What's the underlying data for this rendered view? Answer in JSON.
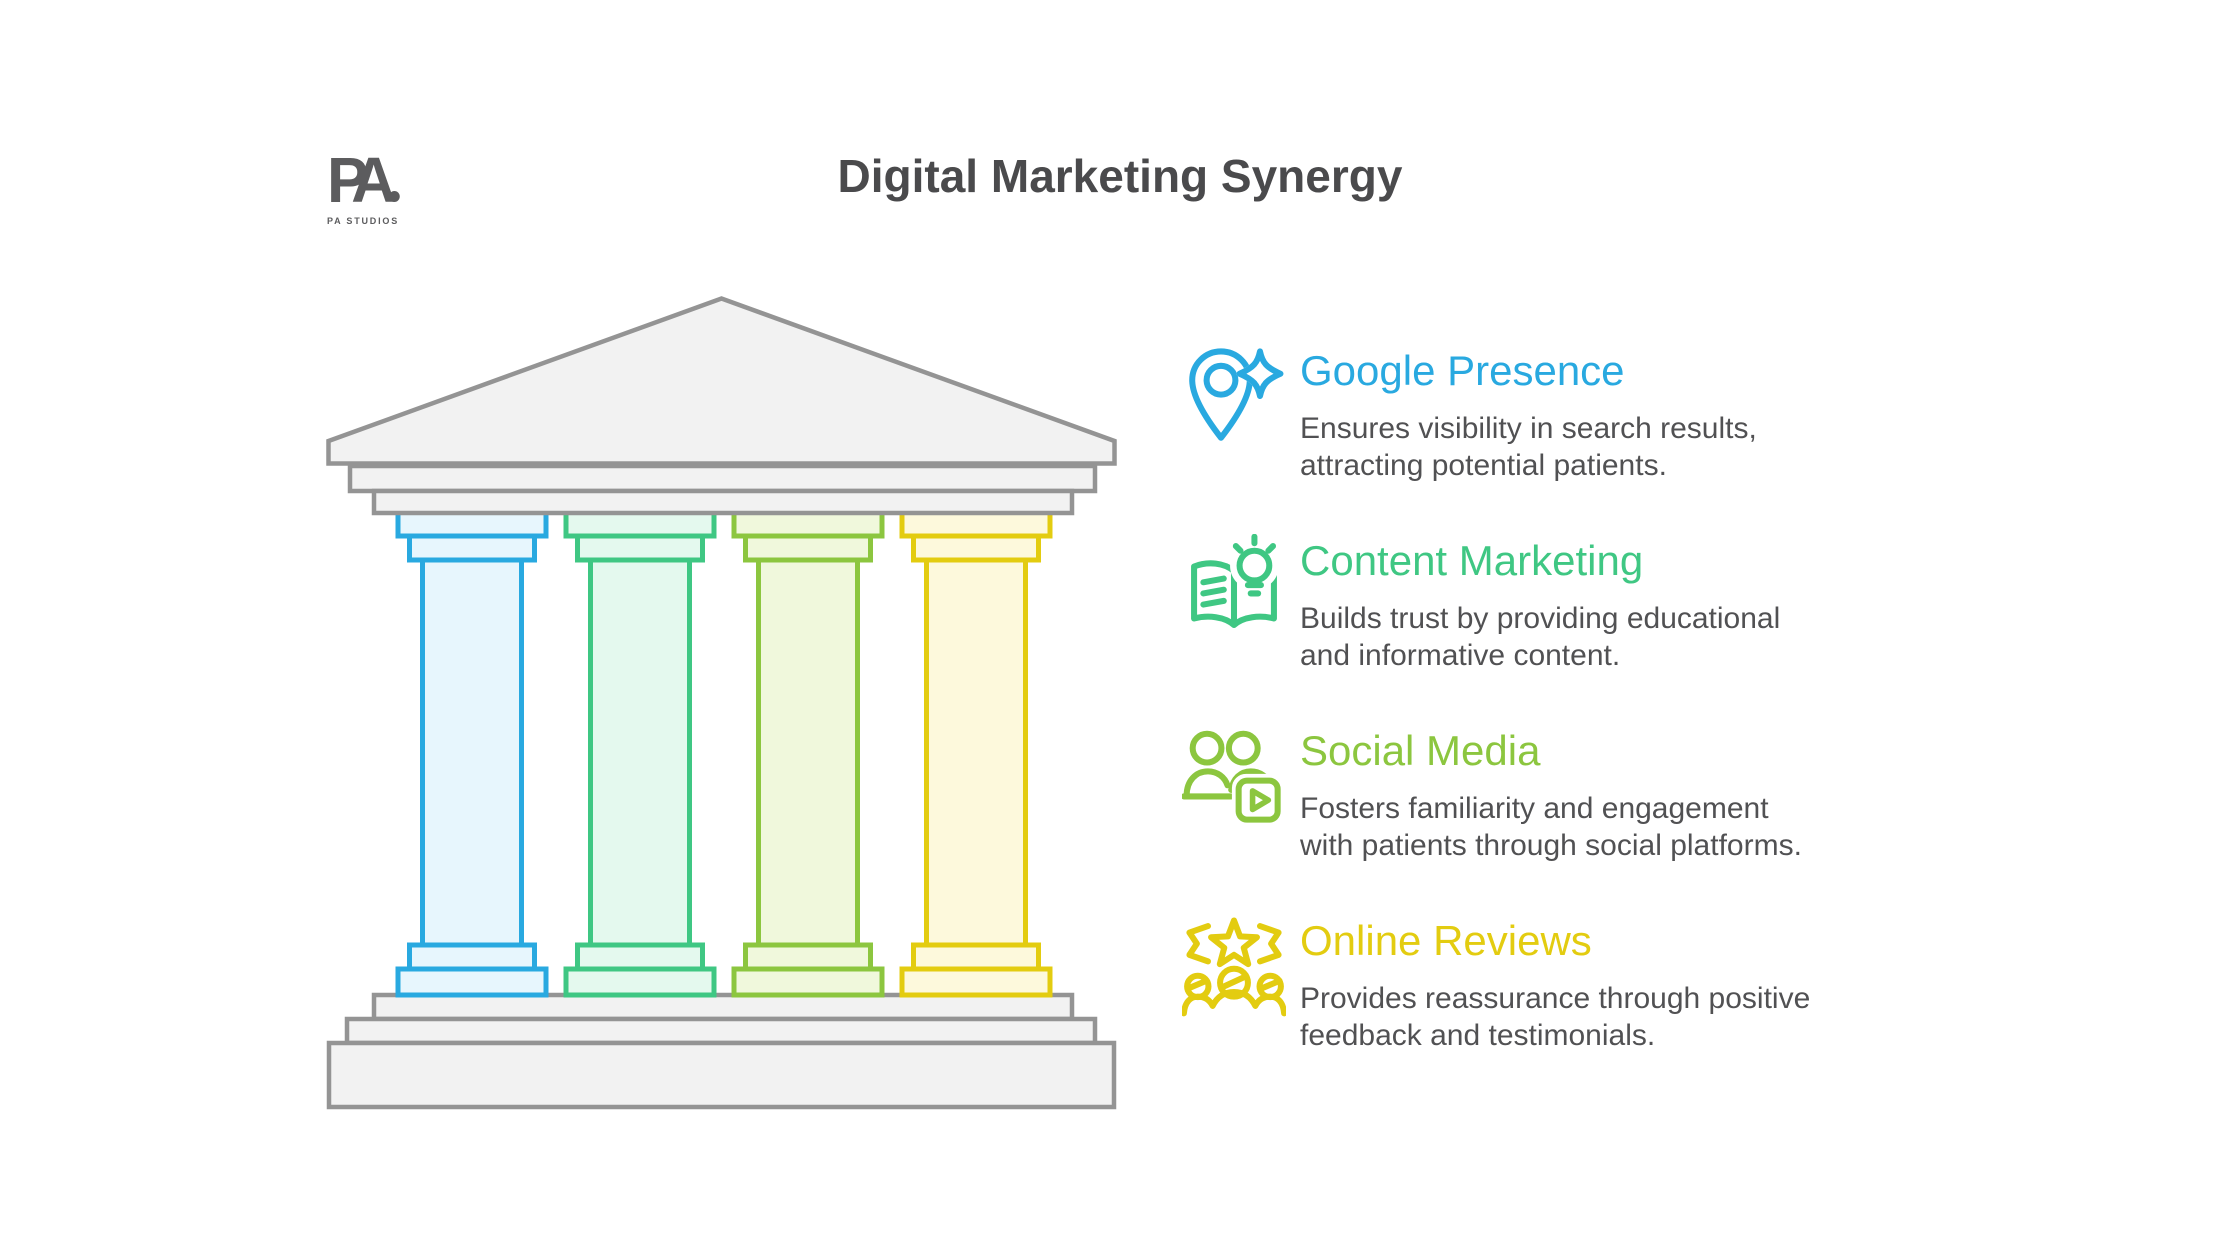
{
  "page": {
    "background": "#ffffff"
  },
  "logo": {
    "mark": "PA",
    "subtext": "PA STUDIOS"
  },
  "title": "Digital Marketing Synergy",
  "colors": {
    "page_bg": "#ffffff",
    "text_dark": "#4a4a4c",
    "desc_gray": "#515153",
    "logo_gray": "#5c5c5e",
    "temple_stroke": "#949494",
    "temple_fill": "#f2f2f2",
    "blue": "#29a9e0",
    "blue_fill": "#e7f6fd",
    "green": "#3fc783",
    "green_fill": "#e4f9ee",
    "olive": "#8cc63f",
    "olive_fill": "#f0f8dc",
    "yellow": "#e3cc10",
    "yellow_fill": "#fdf9dc"
  },
  "temple": {
    "description": "Greek temple with pediment, entablature, four colored pillars and three steps",
    "pillars": [
      {
        "label": "blue pillar",
        "maps_to": "Google Presence"
      },
      {
        "label": "green pillar",
        "maps_to": "Content Marketing"
      },
      {
        "label": "olive pillar",
        "maps_to": "Social Media"
      },
      {
        "label": "yellow pillar",
        "maps_to": "Online Reviews"
      }
    ]
  },
  "items": [
    {
      "title": "Google Presence",
      "desc": "Ensures visibility in search results,\nattracting potential patients.",
      "icon": "location-pin-sparkle",
      "color": "blue"
    },
    {
      "title": "Content Marketing",
      "desc": "Builds trust by providing educational\nand informative content.",
      "icon": "book-lightbulb",
      "color": "green"
    },
    {
      "title": "Social Media",
      "desc": "Fosters familiarity and engagement\nwith patients through social platforms.",
      "icon": "people-play-device",
      "color": "olive"
    },
    {
      "title": "Online Reviews",
      "desc": "Provides reassurance through positive\nfeedback and testimonials.",
      "icon": "stars-people",
      "color": "yellow"
    }
  ]
}
